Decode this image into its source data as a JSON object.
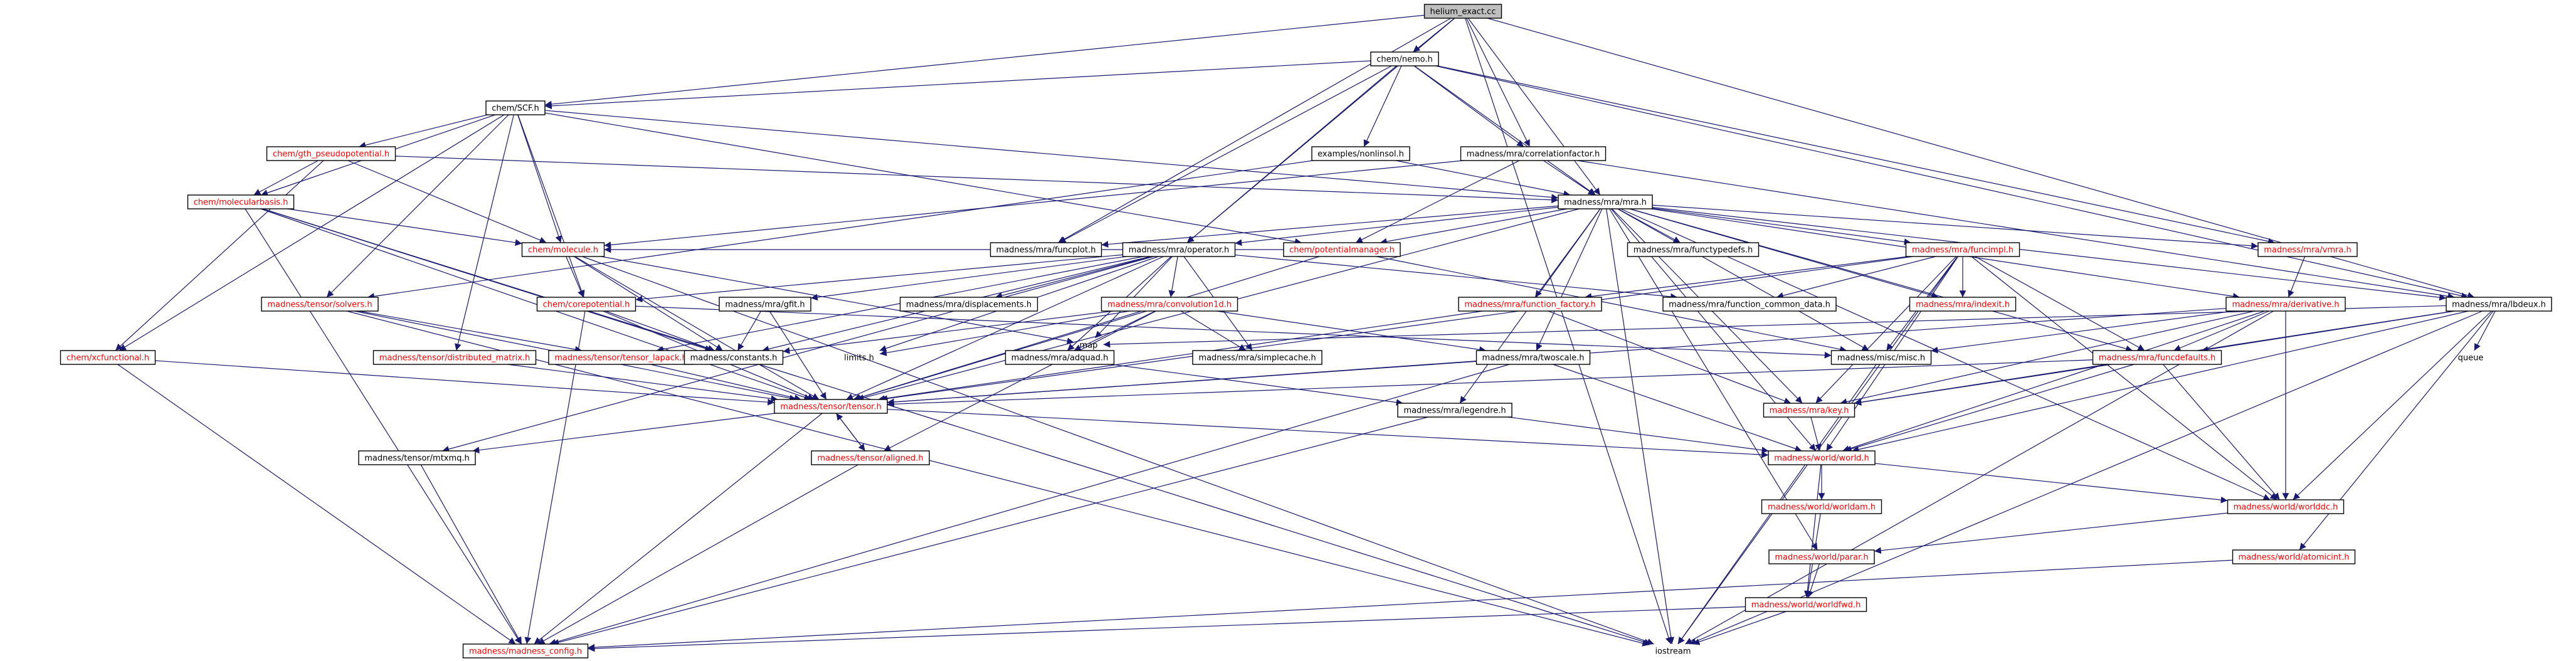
{
  "diagram": {
    "title": "",
    "nodes": [
      {
        "id": "helium_exact",
        "label": "helium_exact.cc",
        "style": "root"
      },
      {
        "id": "nemo",
        "label": "chem/nemo.h"
      },
      {
        "id": "scf",
        "label": "chem/SCF.h"
      },
      {
        "id": "corrfac",
        "label": "madness/mra/correlationfactor.h"
      },
      {
        "id": "nonlinsol",
        "label": "examples/nonlinsol.h"
      },
      {
        "id": "mra",
        "label": "madness/mra/mra.h"
      },
      {
        "id": "gthpseudo",
        "label": "chem/gth_pseudopotential.h",
        "style": "red"
      },
      {
        "id": "molbasis",
        "label": "chem/molecularbasis.h",
        "style": "red"
      },
      {
        "id": "funcplot",
        "label": "madness/mra/funcplot.h"
      },
      {
        "id": "operator",
        "label": "madness/mra/operator.h"
      },
      {
        "id": "potman",
        "label": "chem/potentialmanager.h",
        "style": "red"
      },
      {
        "id": "molecule",
        "label": "chem/molecule.h",
        "style": "red"
      },
      {
        "id": "functypedefs",
        "label": "madness/mra/functypedefs.h"
      },
      {
        "id": "funcimpl",
        "label": "madness/mra/funcimpl.h",
        "style": "red"
      },
      {
        "id": "vmra",
        "label": "madness/mra/vmra.h",
        "style": "red"
      },
      {
        "id": "lbdeux",
        "label": "madness/mra/lbdeux.h"
      },
      {
        "id": "solvers",
        "label": "madness/tensor/solvers.h",
        "style": "red"
      },
      {
        "id": "corepot",
        "label": "chem/corepotential.h",
        "style": "red"
      },
      {
        "id": "gfit",
        "label": "madness/mra/gfit.h"
      },
      {
        "id": "displacements",
        "label": "madness/mra/displacements.h"
      },
      {
        "id": "convolution1d",
        "label": "madness/mra/convolution1d.h",
        "style": "red"
      },
      {
        "id": "functionfactory",
        "label": "madness/mra/function_factory.h",
        "style": "red"
      },
      {
        "id": "functioncommon",
        "label": "madness/mra/function_common_data.h"
      },
      {
        "id": "indexit",
        "label": "madness/mra/indexit.h",
        "style": "red"
      },
      {
        "id": "derivative",
        "label": "madness/mra/derivative.h",
        "style": "red"
      },
      {
        "id": "xcfunctional",
        "label": "chem/xcfunctional.h",
        "style": "red"
      },
      {
        "id": "distmatrix",
        "label": "madness/tensor/distributed_matrix.h",
        "style": "red"
      },
      {
        "id": "tensorlapack",
        "label": "madness/tensor/tensor_lapack.h",
        "style": "red"
      },
      {
        "id": "constants",
        "label": "madness/constants.h"
      },
      {
        "id": "limits",
        "label": "limits.h",
        "style": "plain"
      },
      {
        "id": "map",
        "label": "map",
        "style": "plain"
      },
      {
        "id": "adquad",
        "label": "madness/mra/adquad.h"
      },
      {
        "id": "simplecache",
        "label": "madness/mra/simplecache.h"
      },
      {
        "id": "twoscale",
        "label": "madness/mra/twoscale.h"
      },
      {
        "id": "misc",
        "label": "madness/misc/misc.h"
      },
      {
        "id": "funcdefaults",
        "label": "madness/mra/funcdefaults.h",
        "style": "red"
      },
      {
        "id": "queue",
        "label": "queue",
        "style": "plain"
      },
      {
        "id": "tensor",
        "label": "madness/tensor/tensor.h",
        "style": "red"
      },
      {
        "id": "legendre",
        "label": "madness/mra/legendre.h"
      },
      {
        "id": "key",
        "label": "madness/mra/key.h",
        "style": "red"
      },
      {
        "id": "mtxmq",
        "label": "madness/tensor/mtxmq.h"
      },
      {
        "id": "aligned",
        "label": "madness/tensor/aligned.h",
        "style": "red"
      },
      {
        "id": "world",
        "label": "madness/world/world.h",
        "style": "red"
      },
      {
        "id": "worldam",
        "label": "madness/world/worldam.h",
        "style": "red"
      },
      {
        "id": "worlddc",
        "label": "madness/world/worlddc.h",
        "style": "red"
      },
      {
        "id": "parar",
        "label": "madness/world/parar.h",
        "style": "red"
      },
      {
        "id": "atomicint",
        "label": "madness/world/atomicint.h",
        "style": "red"
      },
      {
        "id": "worldfwd",
        "label": "madness/world/worldfwd.h",
        "style": "red"
      },
      {
        "id": "madconfig",
        "label": "madness/madness_config.h",
        "style": "red"
      },
      {
        "id": "iostream",
        "label": "iostream",
        "style": "plain"
      }
    ],
    "edges": [
      [
        "helium_exact",
        "nemo"
      ],
      [
        "helium_exact",
        "scf"
      ],
      [
        "helium_exact",
        "corrfac"
      ],
      [
        "helium_exact",
        "mra"
      ],
      [
        "helium_exact",
        "funcplot"
      ],
      [
        "helium_exact",
        "operator"
      ],
      [
        "helium_exact",
        "lbdeux"
      ],
      [
        "helium_exact",
        "iostream"
      ],
      [
        "nemo",
        "scf"
      ],
      [
        "nemo",
        "corrfac"
      ],
      [
        "nemo",
        "nonlinsol"
      ],
      [
        "nemo",
        "mra"
      ],
      [
        "nemo",
        "funcplot"
      ],
      [
        "nemo",
        "operator"
      ],
      [
        "nemo",
        "vmra"
      ],
      [
        "nemo",
        "lbdeux"
      ],
      [
        "scf",
        "gthpseudo"
      ],
      [
        "scf",
        "molbasis"
      ],
      [
        "scf",
        "molecule"
      ],
      [
        "scf",
        "corepot"
      ],
      [
        "scf",
        "xcfunctional"
      ],
      [
        "scf",
        "solvers"
      ],
      [
        "scf",
        "distmatrix"
      ],
      [
        "scf",
        "potman"
      ],
      [
        "scf",
        "mra"
      ],
      [
        "gthpseudo",
        "mra"
      ],
      [
        "gthpseudo",
        "molbasis"
      ],
      [
        "gthpseudo",
        "xcfunctional"
      ],
      [
        "gthpseudo",
        "molecule"
      ],
      [
        "molbasis",
        "molecule"
      ],
      [
        "molbasis",
        "tensor"
      ],
      [
        "molbasis",
        "constants"
      ],
      [
        "molbasis",
        "madconfig"
      ],
      [
        "molbasis",
        "iostream"
      ],
      [
        "corrfac",
        "mra"
      ],
      [
        "corrfac",
        "potman"
      ],
      [
        "corrfac",
        "lbdeux"
      ],
      [
        "corrfac",
        "molecule"
      ],
      [
        "nonlinsol",
        "mra"
      ],
      [
        "nonlinsol",
        "solvers"
      ],
      [
        "mra",
        "funcplot"
      ],
      [
        "mra",
        "operator"
      ],
      [
        "mra",
        "potman"
      ],
      [
        "mra",
        "functypedefs"
      ],
      [
        "mra",
        "funcimpl"
      ],
      [
        "mra",
        "vmra"
      ],
      [
        "mra",
        "lbdeux"
      ],
      [
        "mra",
        "derivative"
      ],
      [
        "mra",
        "functionfactory"
      ],
      [
        "mra",
        "indexit"
      ],
      [
        "mra",
        "funcdefaults"
      ],
      [
        "mra",
        "key"
      ],
      [
        "mra",
        "tensor"
      ],
      [
        "mra",
        "twoscale"
      ],
      [
        "mra",
        "legendre"
      ],
      [
        "mra",
        "worlddc"
      ],
      [
        "mra",
        "misc"
      ],
      [
        "mra",
        "world"
      ],
      [
        "mra",
        "parar"
      ],
      [
        "mra",
        "iostream"
      ],
      [
        "operator",
        "gfit"
      ],
      [
        "operator",
        "displacements"
      ],
      [
        "operator",
        "convolution1d"
      ],
      [
        "operator",
        "simplecache"
      ],
      [
        "operator",
        "adquad"
      ],
      [
        "operator",
        "tensorlapack"
      ],
      [
        "operator",
        "constants"
      ],
      [
        "operator",
        "limits"
      ],
      [
        "operator",
        "functioncommon"
      ],
      [
        "operator",
        "mtxmq"
      ],
      [
        "operator",
        "tensor"
      ],
      [
        "operator",
        "map"
      ],
      [
        "operator",
        "corepot"
      ],
      [
        "potman",
        "tensor"
      ],
      [
        "potman",
        "misc"
      ],
      [
        "potman",
        "molecule"
      ],
      [
        "molecule",
        "corepot"
      ],
      [
        "molecule",
        "constants"
      ],
      [
        "molecule",
        "tensor"
      ],
      [
        "molecule",
        "map"
      ],
      [
        "molecule",
        "iostream"
      ],
      [
        "funcimpl",
        "functionfactory"
      ],
      [
        "funcimpl",
        "functioncommon"
      ],
      [
        "funcimpl",
        "indexit"
      ],
      [
        "funcimpl",
        "funcdefaults"
      ],
      [
        "funcimpl",
        "key"
      ],
      [
        "funcimpl",
        "world"
      ],
      [
        "funcimpl",
        "misc"
      ],
      [
        "funcimpl",
        "tensor"
      ],
      [
        "funcimpl",
        "iostream"
      ],
      [
        "funcimpl",
        "worlddc"
      ],
      [
        "vmra",
        "derivative"
      ],
      [
        "lbdeux",
        "world"
      ],
      [
        "lbdeux",
        "worlddc"
      ],
      [
        "lbdeux",
        "funcdefaults"
      ],
      [
        "lbdeux",
        "key"
      ],
      [
        "lbdeux",
        "queue"
      ],
      [
        "lbdeux",
        "atomicint"
      ],
      [
        "lbdeux",
        "iostream"
      ],
      [
        "lbdeux",
        "map"
      ],
      [
        "solvers",
        "tensor"
      ],
      [
        "solvers",
        "tensorlapack"
      ],
      [
        "solvers",
        "iostream"
      ],
      [
        "corepot",
        "constants"
      ],
      [
        "corepot",
        "tensor"
      ],
      [
        "corepot",
        "madconfig"
      ],
      [
        "corepot",
        "misc"
      ],
      [
        "gfit",
        "constants"
      ],
      [
        "gfit",
        "tensor"
      ],
      [
        "convolution1d",
        "limits"
      ],
      [
        "convolution1d",
        "adquad"
      ],
      [
        "convolution1d",
        "simplecache"
      ],
      [
        "convolution1d",
        "twoscale"
      ],
      [
        "convolution1d",
        "tensor"
      ],
      [
        "convolution1d",
        "aligned"
      ],
      [
        "convolution1d",
        "constants"
      ],
      [
        "functionfactory",
        "key"
      ],
      [
        "functionfactory",
        "tensor"
      ],
      [
        "derivative",
        "funcdefaults"
      ],
      [
        "derivative",
        "key"
      ],
      [
        "derivative",
        "world"
      ],
      [
        "derivative",
        "worlddc"
      ],
      [
        "derivative",
        "tensor"
      ],
      [
        "derivative",
        "misc"
      ],
      [
        "derivative",
        "iostream"
      ],
      [
        "xcfunctional",
        "tensor"
      ],
      [
        "xcfunctional",
        "madconfig"
      ],
      [
        "distmatrix",
        "tensor"
      ],
      [
        "tensorlapack",
        "tensor"
      ],
      [
        "adquad",
        "legendre"
      ],
      [
        "twoscale",
        "tensor"
      ],
      [
        "twoscale",
        "world"
      ],
      [
        "twoscale",
        "madconfig"
      ],
      [
        "misc",
        "iostream"
      ],
      [
        "funcdefaults",
        "tensor"
      ],
      [
        "funcdefaults",
        "key"
      ],
      [
        "funcdefaults",
        "world"
      ],
      [
        "funcdefaults",
        "worlddc"
      ],
      [
        "tensor",
        "mtxmq"
      ],
      [
        "tensor",
        "aligned"
      ],
      [
        "tensor",
        "madconfig"
      ],
      [
        "tensor",
        "world"
      ],
      [
        "legendre",
        "world"
      ],
      [
        "legendre",
        "madconfig"
      ],
      [
        "key",
        "world"
      ],
      [
        "mtxmq",
        "madconfig"
      ],
      [
        "aligned",
        "tensor"
      ],
      [
        "aligned",
        "madconfig"
      ],
      [
        "world",
        "worldam"
      ],
      [
        "world",
        "worlddc"
      ],
      [
        "world",
        "worldfwd"
      ],
      [
        "worldam",
        "worldfwd"
      ],
      [
        "worlddc",
        "parar"
      ],
      [
        "parar",
        "worldfwd"
      ],
      [
        "worldfwd",
        "madconfig"
      ],
      [
        "worldfwd",
        "iostream"
      ],
      [
        "atomicint",
        "madconfig"
      ]
    ]
  }
}
